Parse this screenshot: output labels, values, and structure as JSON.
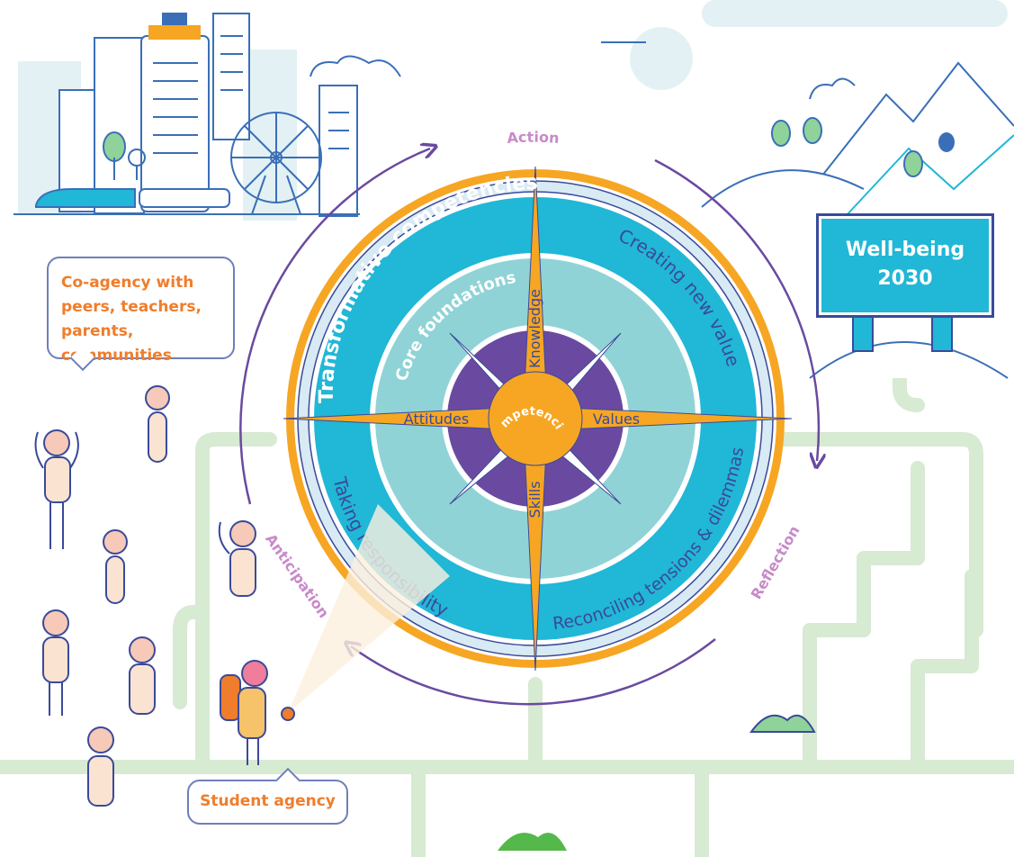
{
  "diagram": {
    "center": "Competencies",
    "compass_points": {
      "north": "Knowledge",
      "south": "Skills",
      "west": "Attitudes",
      "east": "Values"
    },
    "rings": {
      "inner": "Core foundations",
      "outer_top": "Transformative competencies"
    },
    "outer_segments": {
      "top_right": "Creating new value",
      "bottom_right": "Reconciling tensions & dilemmas",
      "bottom_left": "Taking responsibility"
    },
    "cycle": {
      "top": "Action",
      "right": "Reflection",
      "left": "Anticipation"
    }
  },
  "signboard": {
    "line1": "Well-being",
    "line2": "2030"
  },
  "callouts": {
    "coagency": "Co-agency with peers, teachers, parents, communities",
    "student": "Student agency"
  },
  "colors": {
    "orange": "#f6a623",
    "teal": "#21b7d6",
    "light_teal": "#8fd3d6",
    "purple": "#6a4aa0",
    "navy": "#3a4a9a",
    "path_green": "#d7ead2",
    "cycle_text": "#c88ac8",
    "callout_text": "#f07d2c"
  },
  "icons": [
    "city-skyline-icon",
    "ferris-wheel-icon",
    "train-icon",
    "mountains-icon",
    "tree-icon",
    "person-icon",
    "backpack-icon",
    "bush-icon"
  ]
}
